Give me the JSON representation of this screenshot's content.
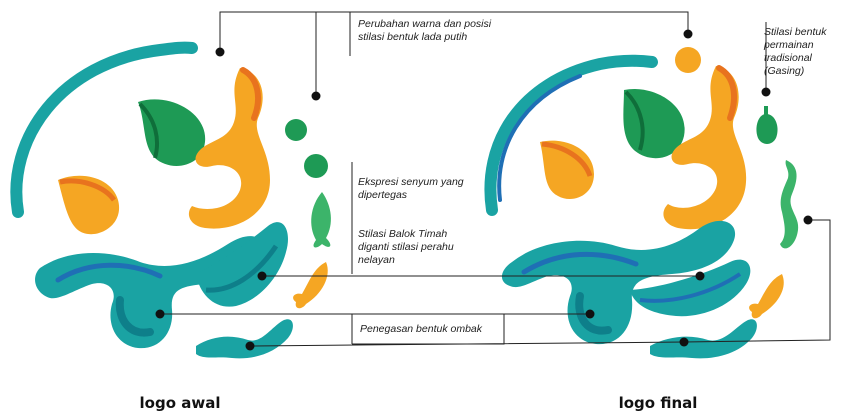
{
  "annotations": {
    "color_change": "Perubahan warna dan posisi\nstilasi bentuk lada putih",
    "gasing": "Stilasi bentuk\npermainan\ntradisional\n(Gasing)",
    "smile": "Ekspresi senyum yang\ndipertegas",
    "boat": "Stilasi Balok Timah\ndiganti stilasi perahu\nnelayan",
    "wave": "Penegasan bentuk ombak"
  },
  "captions": {
    "left": "logo awal",
    "right": "logo final"
  },
  "colors": {
    "teal": "#1aa3a3",
    "teal_dark": "#0e7f8a",
    "blue": "#1f6fb5",
    "orange": "#f5a623",
    "orange_dark": "#e8731e",
    "green": "#1e9a55",
    "green_light": "#3cb46a",
    "line": "#222222"
  }
}
